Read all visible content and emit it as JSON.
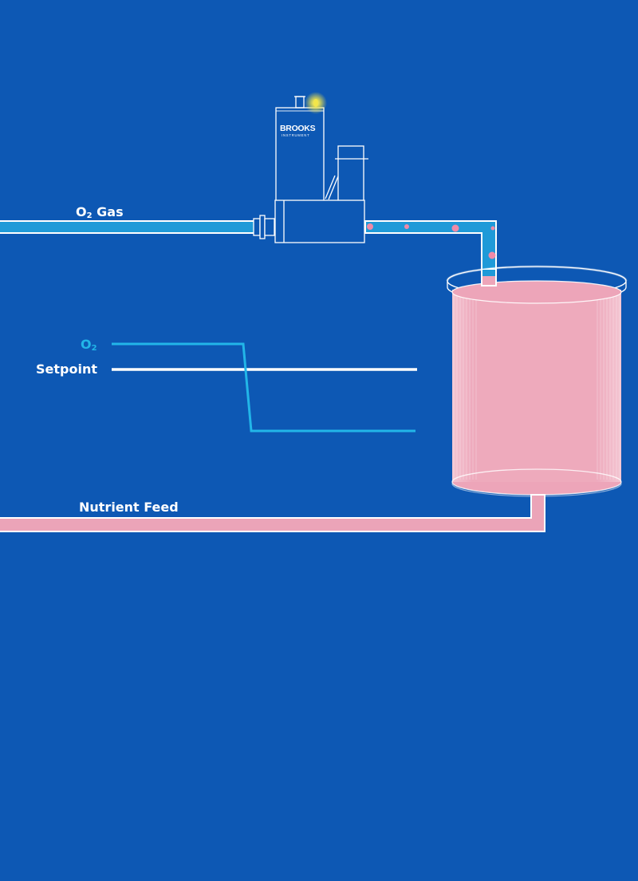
{
  "labels": {
    "o2_gas": {
      "main": "O",
      "sub": "2",
      "rest": " Gas"
    },
    "o2_trace": {
      "main": "O",
      "sub": "2"
    },
    "setpoint": "Setpoint",
    "nutrient_feed": "Nutrient Feed"
  },
  "device": {
    "brand": "BROOKS",
    "brand_sub": "INSTRUMENT",
    "status_led": "yellow"
  },
  "colors": {
    "background": "#0d58b4",
    "gas_pipe": "#1f9ad8",
    "o2_trace": "#22b6e8",
    "setpoint_line": "#ffffff",
    "nutrient": "#eba4b8",
    "tank_fill": "#eda5b9",
    "led": "#f3e64a",
    "bubble": "#f08aa8"
  },
  "icons": {
    "mass-flow-controller": "brooks-mfc",
    "bioreactor-tank": "cylinder-tank"
  }
}
